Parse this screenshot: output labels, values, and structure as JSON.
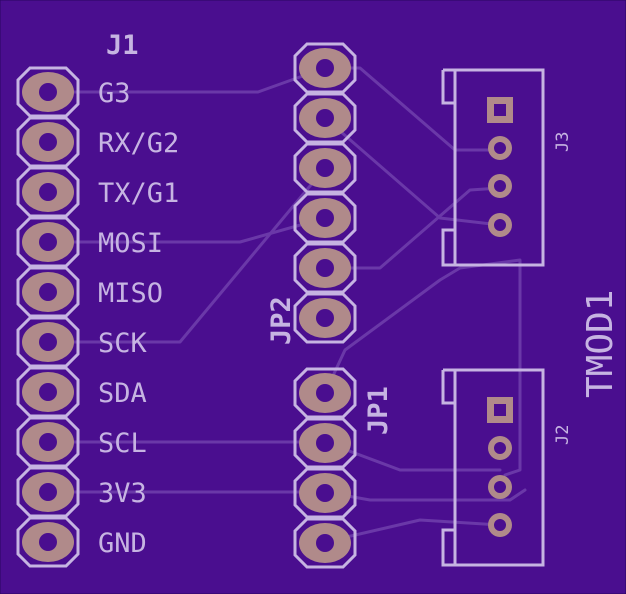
{
  "colors": {
    "board": "#4a0e8f",
    "trace": "#6a38a8",
    "silk": "#c6b4e2",
    "pad": "#b08a8a",
    "hole": "#4a0e8f"
  },
  "labels": {
    "j1": "J1",
    "jp1": "JP1",
    "jp2": "JP2",
    "j2": "J2",
    "j3": "J3",
    "tmod1": "TMOD1"
  },
  "j1_pins": [
    "G3",
    "RX/G2",
    "TX/G1",
    "MOSI",
    "MISO",
    "SCK",
    "SDA",
    "SCL",
    "3V3",
    "GND"
  ]
}
